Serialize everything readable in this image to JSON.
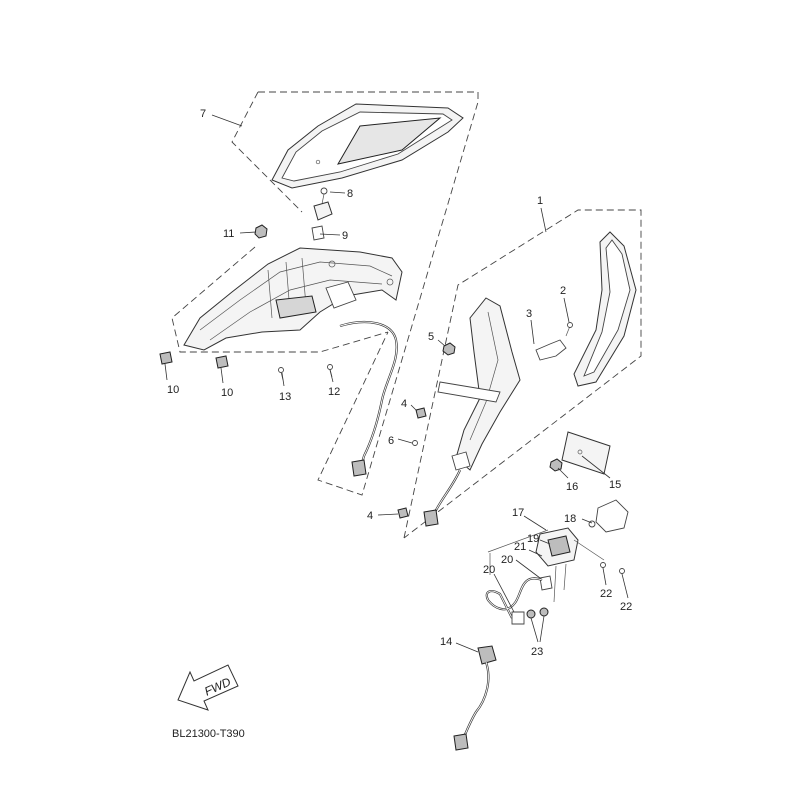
{
  "callouts": [
    {
      "label": "7"
    },
    {
      "label": "8"
    },
    {
      "label": "11"
    },
    {
      "label": "9"
    },
    {
      "label": "1"
    },
    {
      "label": "2"
    },
    {
      "label": "3"
    },
    {
      "label": "5"
    },
    {
      "label": "10"
    },
    {
      "label": "10"
    },
    {
      "label": "13"
    },
    {
      "label": "12"
    },
    {
      "label": "4"
    },
    {
      "label": "6"
    },
    {
      "label": "16"
    },
    {
      "label": "15"
    },
    {
      "label": "4"
    },
    {
      "label": "17"
    },
    {
      "label": "18"
    },
    {
      "label": "19"
    },
    {
      "label": "21"
    },
    {
      "label": "20"
    },
    {
      "label": "20"
    },
    {
      "label": "22"
    },
    {
      "label": "22"
    },
    {
      "label": "14"
    },
    {
      "label": "23"
    }
  ],
  "fwd_label": "FWD",
  "diagram_code": "BL21300-T390"
}
